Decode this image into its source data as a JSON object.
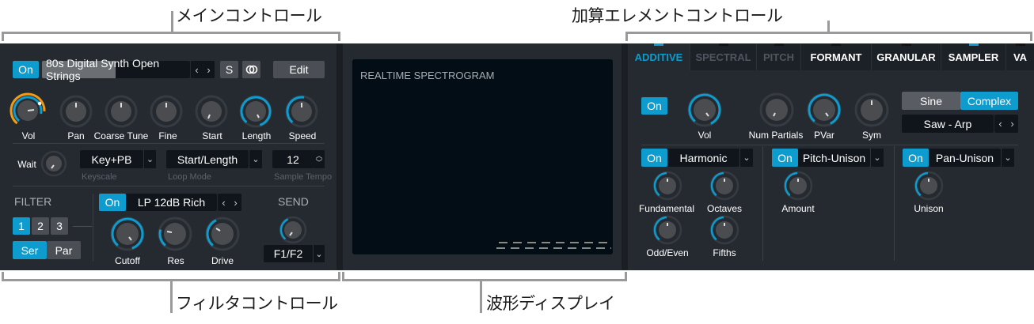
{
  "callouts": {
    "main_controls": "メインコントロール",
    "additive_element_controls": "加算エレメントコントロール",
    "filter_controls": "フィルタコントロール",
    "waveform_display": "波形ディスプレイ"
  },
  "colors": {
    "accent": "#0e9bcd",
    "panel_bg": "#252a31",
    "field_bg": "#0f151b",
    "vol_ring": "#f39c12"
  },
  "main": {
    "on_label": "On",
    "preset_name": "80s Digital Synth Open Strings",
    "prev": "‹",
    "next": "›",
    "solo_label": "S",
    "link_icon": "link-rings-icon",
    "edit_label": "Edit",
    "knobs": [
      {
        "label": "Vol"
      },
      {
        "label": "Pan"
      },
      {
        "label": "Coarse Tune"
      },
      {
        "label": "Fine"
      },
      {
        "label": "Start"
      },
      {
        "label": "Length"
      },
      {
        "label": "Speed"
      }
    ],
    "wait_label": "Wait",
    "keyscale": {
      "value": "Key+PB",
      "caption": "Keyscale"
    },
    "loop_mode": {
      "value": "Start/Length",
      "caption": "Loop Mode"
    },
    "sample_tempo": {
      "value": "12",
      "caption": "Sample Tempo"
    }
  },
  "filter": {
    "title": "FILTER",
    "slots": [
      "1",
      "2",
      "3"
    ],
    "routing": [
      "Ser",
      "Par"
    ],
    "on_label": "On",
    "type": "LP 12dB Rich",
    "prev": "‹",
    "next": "›",
    "knobs": [
      {
        "label": "Cutoff"
      },
      {
        "label": "Res"
      },
      {
        "label": "Drive"
      }
    ],
    "send_title": "SEND",
    "send_target": "F1/F2"
  },
  "display": {
    "title": "REALTIME SPECTROGRAM"
  },
  "element": {
    "tabs": [
      {
        "label": "ADDITIVE",
        "state": "active"
      },
      {
        "label": "SPECTRAL",
        "state": "disabled"
      },
      {
        "label": "PITCH",
        "state": "disabled"
      },
      {
        "label": "FORMANT",
        "state": "normal"
      },
      {
        "label": "GRANULAR",
        "state": "normal"
      },
      {
        "label": "SAMPLER",
        "state": "normal"
      },
      {
        "label": "VA",
        "state": "normal"
      }
    ],
    "on_label": "On",
    "knobs": [
      {
        "label": "Vol"
      },
      {
        "label": "Num Partials"
      },
      {
        "label": "PVar"
      },
      {
        "label": "Sym"
      }
    ],
    "mode": [
      "Sine",
      "Complex"
    ],
    "wave": "Saw - Arp",
    "prev": "‹",
    "next": "›",
    "modules": [
      {
        "on": "On",
        "name": "Harmonic",
        "knobs": [
          "Fundamental",
          "Octaves",
          "Odd/Even",
          "Fifths"
        ]
      },
      {
        "on": "On",
        "name": "Pitch-Unison",
        "knobs": [
          "Amount"
        ]
      },
      {
        "on": "On",
        "name": "Pan-Unison",
        "knobs": [
          "Unison"
        ]
      }
    ]
  }
}
